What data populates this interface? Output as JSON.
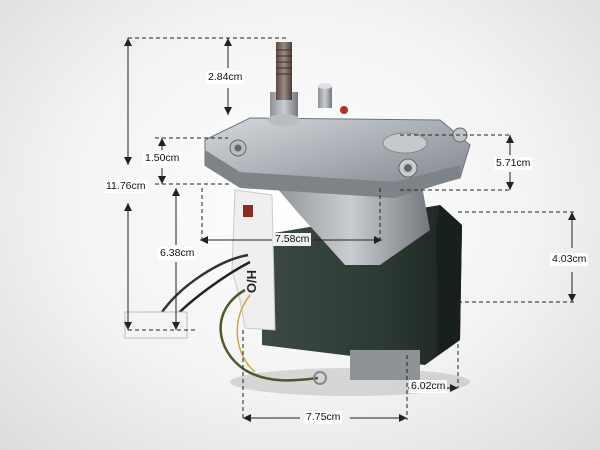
{
  "photo": {
    "subject": "gear-motor-with-dimensions",
    "colors": {
      "background": "#f2f2f2",
      "gearbox": "#a9aeb4",
      "motor_body": "#2d3a34",
      "dimension_line": "#222222"
    },
    "housing_marking": "H/O",
    "dimensions": {
      "shaft_height": "2.84cm",
      "overall_height": "11.76cm",
      "mount_offset": "1.50cm",
      "gearbox_height": "5.71cm",
      "gearbox_width": "7.58cm",
      "side_height": "6.38cm",
      "motor_height": "4.03cm",
      "motor_depth": "6.02cm",
      "overall_width": "7.75cm"
    }
  }
}
